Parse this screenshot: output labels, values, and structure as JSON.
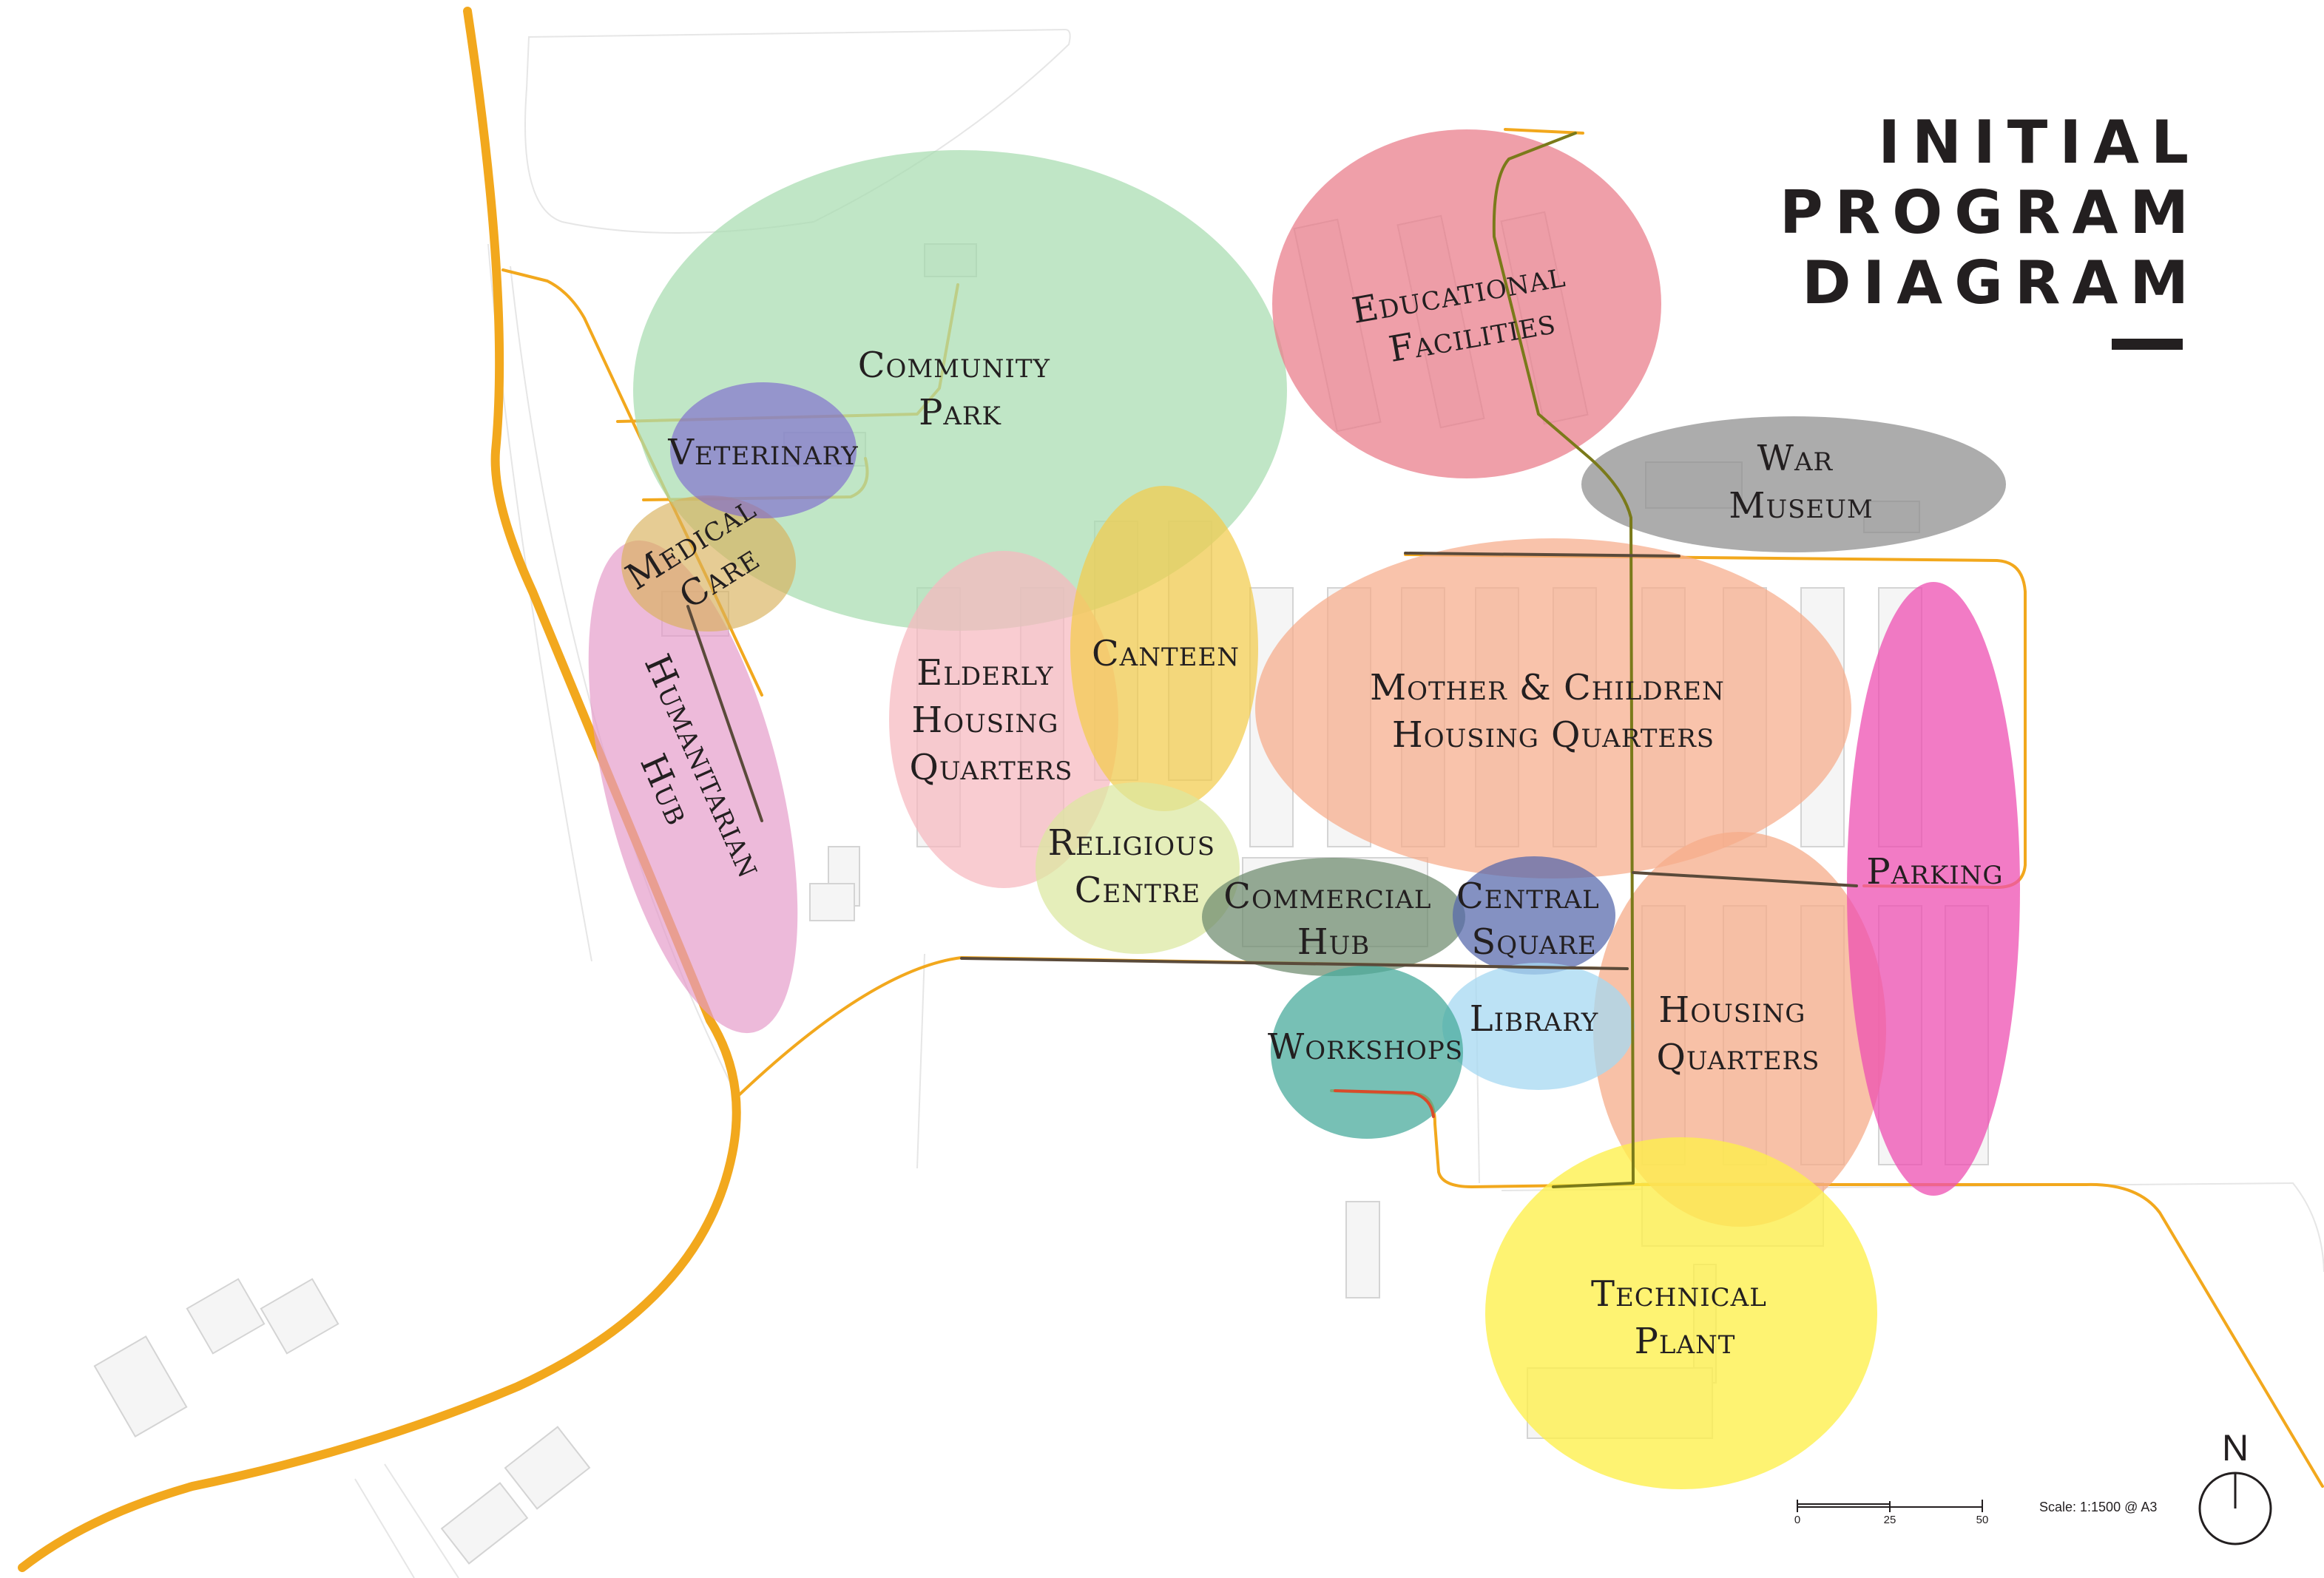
{
  "title": {
    "lines": [
      "INITIAL",
      "PROGRAM",
      "DIAGRAM"
    ]
  },
  "zones": [
    {
      "id": "community-park",
      "lines": [
        "Community",
        "Park"
      ],
      "color": "#a8dcb0"
    },
    {
      "id": "veterinary",
      "lines": [
        "Veterinary"
      ],
      "color": "#7a63d0"
    },
    {
      "id": "medical-care",
      "lines": [
        "Medical",
        "Care"
      ],
      "color": "#d9b05a"
    },
    {
      "id": "humanitarian-hub",
      "lines": [
        "Humanitarian",
        "Hub"
      ],
      "color": "#e49ac8"
    },
    {
      "id": "educational-facilities",
      "lines": [
        "Educational",
        "Facilities"
      ],
      "color": "#ea7f8c"
    },
    {
      "id": "war-museum",
      "lines": [
        "War",
        "Museum"
      ],
      "color": "#8c8c8c"
    },
    {
      "id": "canteen",
      "lines": [
        "Canteen"
      ],
      "color": "#f3cc4c"
    },
    {
      "id": "elderly-housing",
      "lines": [
        "Elderly",
        "Housing",
        "Quarters"
      ],
      "color": "#f7b9bf"
    },
    {
      "id": "mother-children-housing",
      "lines": [
        "Mother & Children",
        "Housing Quarters"
      ],
      "color": "#f6ac8a"
    },
    {
      "id": "parking",
      "lines": [
        "Parking"
      ],
      "color": "#ee4fb2"
    },
    {
      "id": "religious-centre",
      "lines": [
        "Religious",
        "Centre"
      ],
      "color": "#dbe8a0"
    },
    {
      "id": "commercial-hub",
      "lines": [
        "Commercial",
        "Hub"
      ],
      "color": "#6e8a6e"
    },
    {
      "id": "central-square",
      "lines": [
        "Central",
        "Square"
      ],
      "color": "#5566aa"
    },
    {
      "id": "library",
      "lines": [
        "Library"
      ],
      "color": "#a6d8f2"
    },
    {
      "id": "workshops",
      "lines": [
        "Workshops"
      ],
      "color": "#4aab9c"
    },
    {
      "id": "housing-quarters",
      "lines": [
        "Housing",
        "Quarters"
      ],
      "color": "#f6ac8a"
    },
    {
      "id": "technical-plant",
      "lines": [
        "Technical",
        "Plant"
      ],
      "color": "#fef04a"
    }
  ],
  "scale_bar": {
    "ticks": [
      "0",
      "25",
      "50"
    ],
    "note": "Scale: 1:1500 @ A3"
  },
  "north_arrow": {
    "letter": "N"
  },
  "colors": {
    "main_road": "#f2a81d",
    "paths": "#f2a81d",
    "text": "#231f20",
    "building_outline": "#dddddd"
  }
}
